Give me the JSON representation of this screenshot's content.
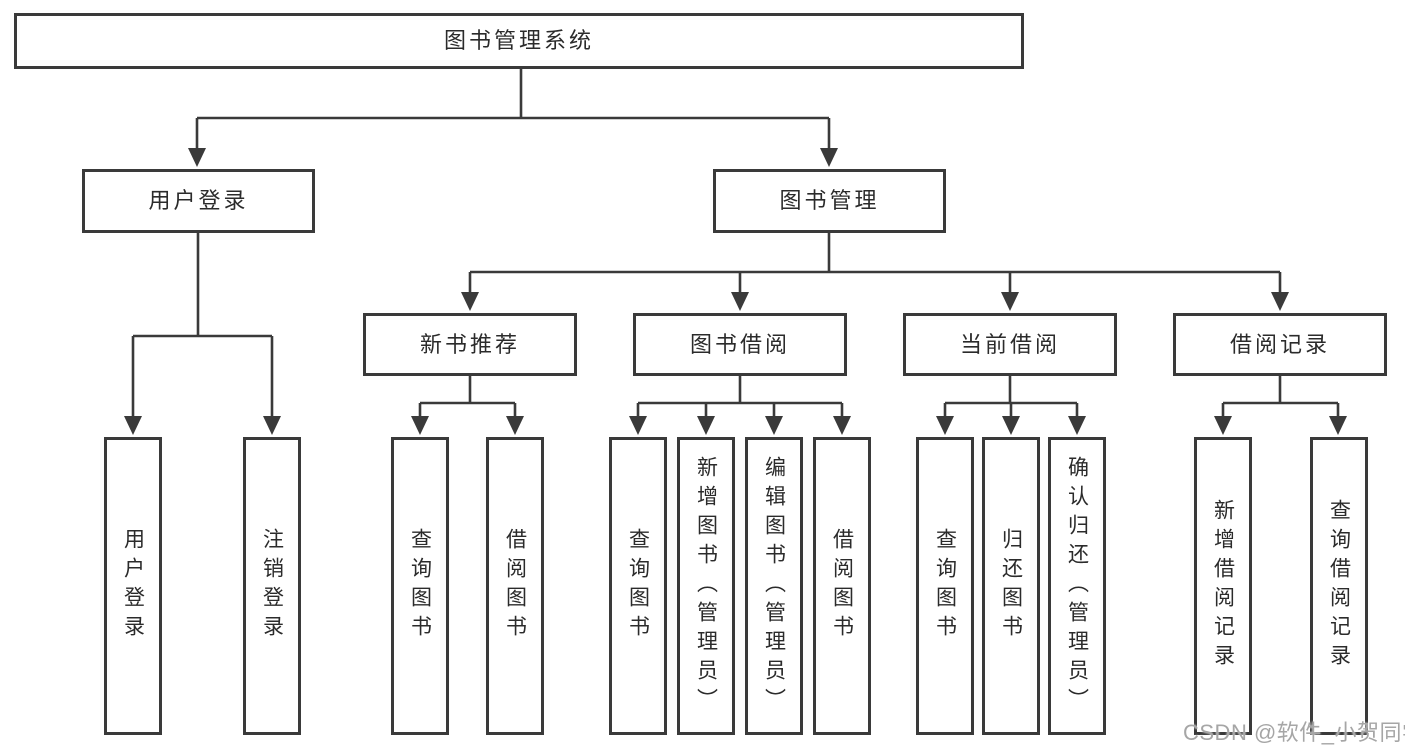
{
  "diagram": {
    "root": {
      "label": "图书管理系统"
    },
    "level1": [
      {
        "id": "user-login",
        "label": "用户登录"
      },
      {
        "id": "book-management",
        "label": "图书管理"
      }
    ],
    "level2": [
      {
        "id": "new-book-recommend",
        "label": "新书推荐"
      },
      {
        "id": "book-borrow",
        "label": "图书借阅"
      },
      {
        "id": "current-borrow",
        "label": "当前借阅"
      },
      {
        "id": "borrow-records",
        "label": "借阅记录"
      }
    ],
    "leaves": {
      "user_login": [
        {
          "label": "用户登录"
        },
        {
          "label": "注销登录"
        }
      ],
      "new_book_recommend": [
        {
          "label": "查询图书"
        },
        {
          "label": "借阅图书"
        }
      ],
      "book_borrow": [
        {
          "label": "查询图书"
        },
        {
          "label": "新增图书（管理员）"
        },
        {
          "label": "编辑图书（管理员）"
        },
        {
          "label": "借阅图书"
        }
      ],
      "current_borrow": [
        {
          "label": "查询图书"
        },
        {
          "label": "归还图书"
        },
        {
          "label": "确认归还（管理员）"
        }
      ],
      "borrow_records": [
        {
          "label": "新增借阅记录"
        },
        {
          "label": "查询借阅记录"
        }
      ]
    }
  },
  "watermark": {
    "text": "CSDN @软件_小贺同学"
  },
  "colors": {
    "line": "#3a3a3a",
    "box_border": "#3a3a3a",
    "box_background": "#ffffff",
    "text": "#2b2b2b",
    "watermark": "#a6a6a6",
    "background": "#ffffff"
  }
}
